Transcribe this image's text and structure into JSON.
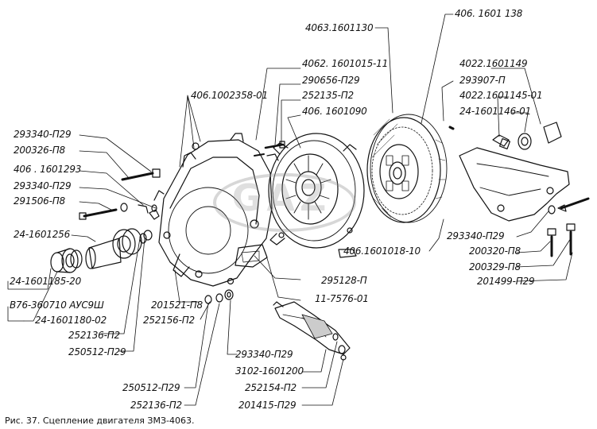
{
  "diagram": {
    "caption": "Рис. 37. Сцепление двигателя ЗМЗ-4063.",
    "watermark_text": "GAZ",
    "labels": {
      "p406_1601138": "406. 1601 138",
      "p4063_1601130": "4063.1601130",
      "p4022_1601149": "4022.1601149",
      "p4062_1601015_11": "4062. 1601015-11",
      "p293907_P": "293907-П",
      "p290656_P29": "290656-П29",
      "p4022_1601145_01": "4022.1601145-01",
      "p406_1002358_01": "406.1002358-01",
      "p252135_P2": "252135-П2",
      "p24_1601146_01": "24-1601146-01",
      "p406_1601090": "406. 1601090",
      "p293340_P29_a": "293340-П29",
      "p200326_P8": "200326-П8",
      "p406_1601293": "406 . 1601293",
      "p293340_P29_b": "293340-П29",
      "p291506_P8": "291506-П8",
      "p24_1601256": "24-1601256",
      "p293340_P29_c": "293340-П29",
      "p200320_P8": "200320-П8",
      "p406_1601018_10": "406.1601018-10",
      "p200329_P8": "200329-П8",
      "p295128_P": "295128-П",
      "p201499_P29": "201499-П29",
      "p24_1601185_20": "24-1601185-20",
      "p11_7576_01": "11-7576-01",
      "pB76_360710": "В76-360710 АУС9Ш",
      "p201521_P8": "201521-П8",
      "p24_1601180_02": "24-1601180-02",
      "p252156_P2": "252156-П2",
      "p252136_P2_a": "252136-П2",
      "p250512_P29_a": "250512-П29",
      "p293340_P29_d": "293340-П29",
      "p3102_1601200": "3102-1601200",
      "p250512_P29_b": "250512-П29",
      "p252154_P2": "252154-П2",
      "p252136_P2_b": "252136-П2",
      "p201415_P29": "201415-П29"
    }
  }
}
